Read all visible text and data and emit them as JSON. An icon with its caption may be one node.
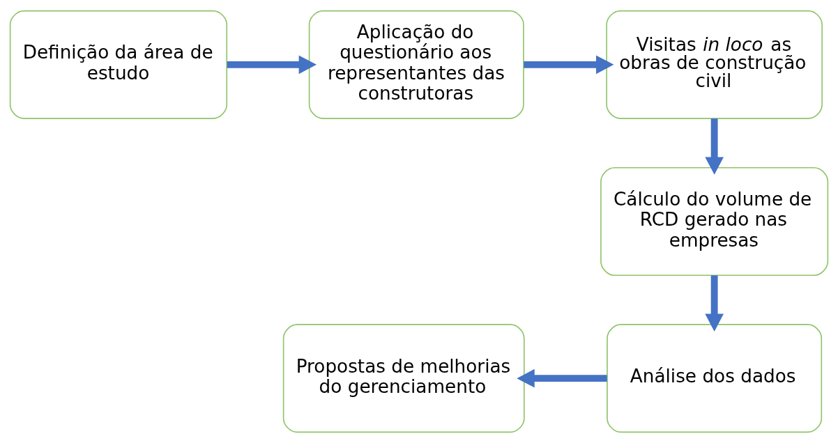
{
  "diagram": {
    "nodes": [
      {
        "text": [
          "Definição da área de estudo"
        ]
      },
      {
        "text": [
          "Aplicação do questionário aos representantes das construtoras"
        ]
      },
      {
        "text": [
          "Visitas *in loco* as obras de construção civil"
        ]
      },
      {
        "text": [
          "Cálculo do volume de RCD gerado nas empresas"
        ]
      },
      {
        "text": [
          "Análise dos dados"
        ]
      },
      {
        "text": [
          "Propostas de melhorias do gerenciamento"
        ]
      }
    ],
    "edges": [
      {
        "from": 0,
        "to": 1,
        "arrow": "to"
      },
      {
        "from": 1,
        "to": 2,
        "arrow": "to"
      },
      {
        "from": 2,
        "to": 3,
        "arrow": "to"
      },
      {
        "from": 3,
        "to": 4,
        "arrow": "to"
      },
      {
        "from": 4,
        "to": 5,
        "arrow": "to"
      }
    ]
  }
}
